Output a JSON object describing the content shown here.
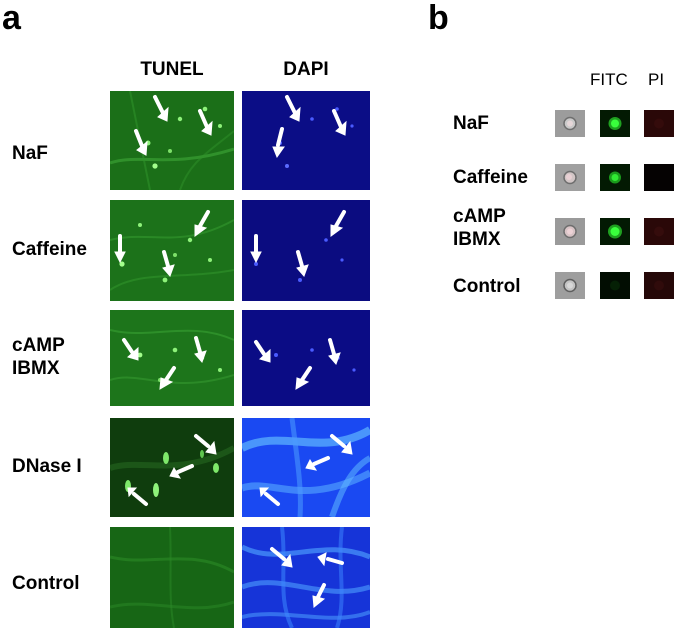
{
  "panel_a": {
    "letter": "a",
    "columns": [
      "TUNEL",
      "DAPI"
    ],
    "rows": [
      {
        "label": [
          "NaF"
        ]
      },
      {
        "label": [
          "Caffeine"
        ]
      },
      {
        "label": [
          "cAMP",
          "IBMX"
        ]
      },
      {
        "label": [
          "DNase I"
        ]
      },
      {
        "label": [
          "Control"
        ]
      }
    ]
  },
  "panel_b": {
    "letter": "b",
    "columns": [
      "FITC",
      "PI"
    ],
    "rows": [
      {
        "label": [
          "NaF"
        ]
      },
      {
        "label": [
          "Caffeine"
        ]
      },
      {
        "label": [
          "cAMP",
          "IBMX"
        ]
      },
      {
        "label": [
          "Control"
        ]
      }
    ]
  },
  "colors": {
    "tunel_green": "#1f7a1a",
    "dapi_blue": "#0b0d86",
    "dnase_dapi_blue": "#1f55ff",
    "fitc_green": "#27d52a",
    "pi_red": "#2a0808"
  }
}
